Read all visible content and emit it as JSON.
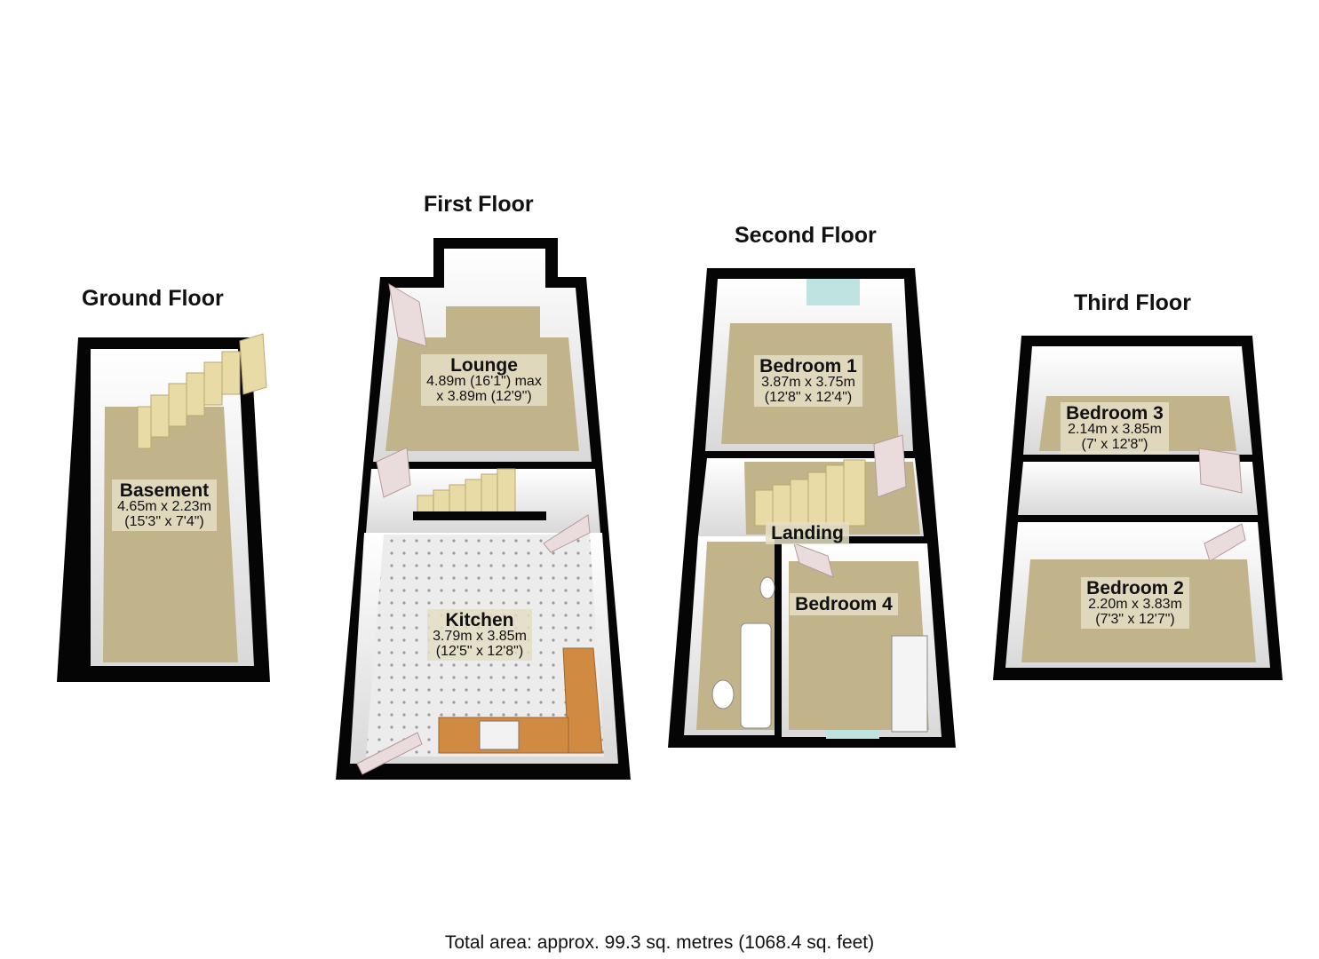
{
  "floors": {
    "ground": {
      "title": "Ground Floor"
    },
    "first": {
      "title": "First Floor"
    },
    "second": {
      "title": "Second Floor"
    },
    "third": {
      "title": "Third Floor"
    }
  },
  "rooms": {
    "basement": {
      "name": "Basement",
      "dim1": "4.65m x 2.23m",
      "dim2": "(15'3\" x 7'4\")"
    },
    "lounge": {
      "name": "Lounge",
      "dim1": "4.89m (16'1\") max",
      "dim2": "x 3.89m (12'9\")"
    },
    "kitchen": {
      "name": "Kitchen",
      "dim1": "3.79m x 3.85m",
      "dim2": "(12'5\" x 12'8\")"
    },
    "bedroom1": {
      "name": "Bedroom 1",
      "dim1": "3.87m x 3.75m",
      "dim2": "(12'8\" x 12'4\")"
    },
    "landing": {
      "name": "Landing"
    },
    "bedroom4": {
      "name": "Bedroom 4"
    },
    "bedroom3": {
      "name": "Bedroom 3",
      "dim1": "2.14m x 3.85m",
      "dim2": "(7' x 12'8\")"
    },
    "bedroom2": {
      "name": "Bedroom 2",
      "dim1": "2.20m x 3.83m",
      "dim2": "(7'3\" x 12'7\")"
    }
  },
  "total_area": "Total area: approx. 99.3 sq. metres (1068.4 sq. feet)",
  "colors": {
    "wall": "#050505",
    "floor_carpet": "#c2b48a",
    "wall_inner": "#f2f2f2",
    "kitchen_tile": "#e8e8e8",
    "worktop": "#d18a42",
    "stairs": "#e8d9a0"
  }
}
